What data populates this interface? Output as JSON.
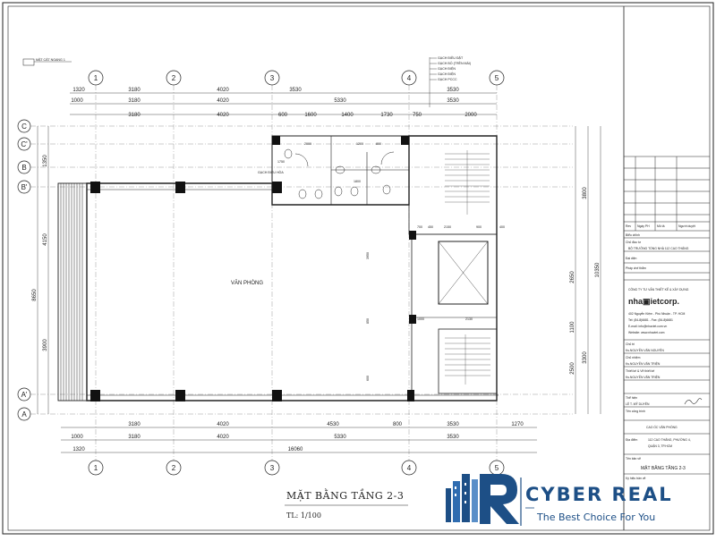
{
  "drawing": {
    "title": "MẶT BẰNG TẦNG 2-3",
    "scale": "TL: 1/100",
    "room_label": "VĂN PHÒNG",
    "grid_columns": [
      "1",
      "2",
      "3",
      "4",
      "5"
    ],
    "grid_rows": [
      "C",
      "C'",
      "B",
      "B'",
      "A'",
      "A"
    ],
    "top_dims_row1": [
      "1320",
      "3180",
      "4020",
      "3530",
      "3530"
    ],
    "top_dims_row2": [
      "1000",
      "3180",
      "4020",
      "5330",
      "3530"
    ],
    "top_dims_row3": [
      "600",
      "1600",
      "1400",
      "1730",
      "750",
      "2000"
    ],
    "bottom_dims_row1": [
      "3180",
      "4020",
      "4530",
      "800",
      "3530",
      "1270"
    ],
    "bottom_dims_row2": [
      "1000",
      "3180",
      "4020",
      "5330",
      "3530"
    ],
    "bottom_dims_row3": [
      "1320",
      "16060"
    ],
    "left_dims_outer": [
      "8650"
    ],
    "left_dims_inner": [
      "1350",
      "4150",
      "3900"
    ],
    "right_dims_outer": [
      "3800",
      "10350",
      "1100",
      "3300"
    ],
    "right_dims_inner": [
      "2650",
      "2500"
    ],
    "interior_dims": [
      "2000",
      "1750",
      "1200",
      "800",
      "1800",
      "700",
      "450",
      "2150",
      "900",
      "400",
      "1000",
      "2130",
      "3950",
      "850",
      "600"
    ],
    "notes_top": [
      "GẠCH ĐIỀU ĐẶT",
      "GẠCH BỐ (TRÊN MÁI)",
      "GẠCH ĐIỆN",
      "GẠCH ĐIỆN",
      "GẠCH PCCC"
    ],
    "annotation_small": "GẠCH ĐIỀU HÒA",
    "section_label": "MẶT CẮT NGANG 1"
  },
  "title_block": {
    "revision_headers": [
      "Rev",
      "Ngày PH",
      "Mô tả",
      "Người duyệt"
    ],
    "row_bieu_chinh": "Biểu chỉnh",
    "chu_dau_tu_label": "Chủ đầu tư",
    "chu_dau_tu_value": "BỘ TRƯỞNG TỔNG NHÀ 112 CAO THẮNG",
    "dai_dien_label": "Đại diện",
    "phap_che_label": "Pháp chế thẩm",
    "company_name": "CÔNG TY TƯ VẤN THIẾT KẾ & XÂY DỰNG",
    "company_logo": "nha▣ietcorp.",
    "company_address": "402 Nguyễn Kiệm - Phú Nhuận - TP. HCM",
    "company_phone": "Tel: (84-8)6681 - Fax: (84-8)6681",
    "company_email": "E-mail: info@nhaviet.com.vn",
    "company_web": "Website: www.nhaviet.com",
    "chu_tri_label": "Chủ trì",
    "chu_tri_value": "Ks.NGUYỄN VĂN NGUYÊN",
    "chu_nhiem_label": "Chủ nhiệm",
    "chu_nhiem_value": "Ks.NGUYỄN VĂN TRIỆN",
    "thiet_ke_label": "Thiết kế & Vẽ thiết kế",
    "thiet_ke_value": "Ks.NGUYỄN VĂN TRIỆN",
    "kiem_tra_label": "Thể hiện",
    "kiem_tra_value": "LÊ T. MỸ DUYÊN",
    "cong_trinh_label": "Tên công trình",
    "cong_trinh_value": "CAO ỐC VĂN PHÒNG",
    "dia_diem_label": "Địa điểm",
    "dia_diem_value_1": "112 CAO THẮNG, PHƯỜNG 4,",
    "dia_diem_value_2": "QUẬN 3, TP.HCM",
    "ban_ve_label": "Tên bản vẽ",
    "ban_ve_value": "MẶT BẰNG TẦNG 2-3",
    "so_ban_ve_label": "Ký hiệu bản vẽ"
  },
  "watermark": {
    "brand": "CYBER REAL",
    "tagline": "The Best Choice For You"
  },
  "colors": {
    "line": "#222222",
    "logo_blue": "#1d4f86",
    "logo_light": "#5a8fc8"
  }
}
